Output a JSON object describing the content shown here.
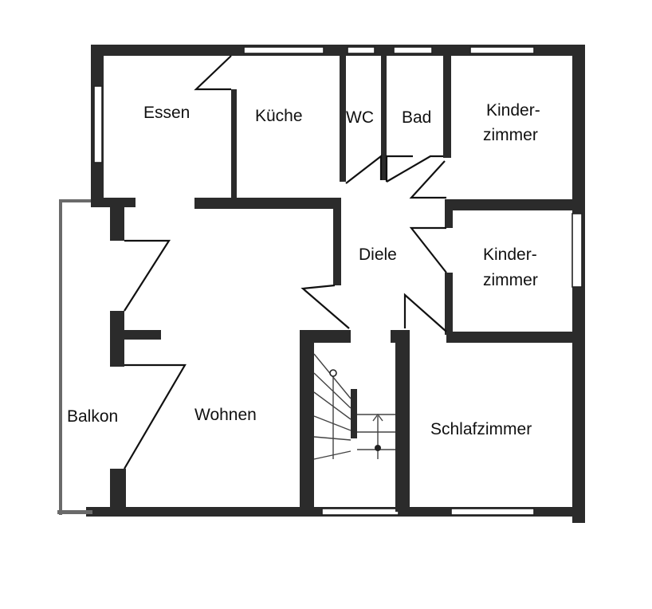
{
  "rooms": {
    "essen": "Essen",
    "kueche": "Küche",
    "wc": "WC",
    "bad": "Bad",
    "kinderzimmer1": [
      "Kinder-",
      "zimmer"
    ],
    "kinderzimmer2": [
      "Kinder-",
      "zimmer"
    ],
    "diele": "Diele",
    "wohnen": "Wohnen",
    "balkon": "Balkon",
    "schlafzimmer": "Schlafzimmer"
  },
  "colors": {
    "wall": "#2b2b2b",
    "line": "#111111",
    "background": "#ffffff"
  }
}
